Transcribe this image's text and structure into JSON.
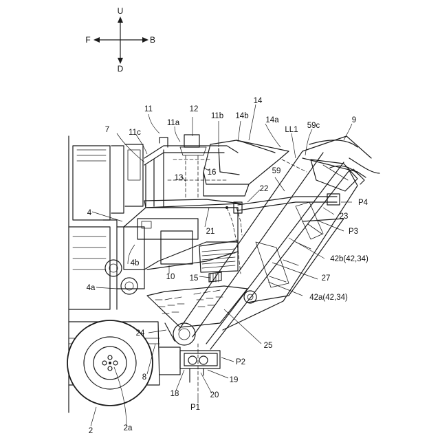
{
  "directions": {
    "up": "U",
    "down": "D",
    "front": "F",
    "back": "B"
  },
  "labels": {
    "l9": "9",
    "l11": "11",
    "l12": "12",
    "l14": "14",
    "l11a": "11a",
    "l11b": "11b",
    "l14b": "14b",
    "l14a": "14a",
    "l7": "7",
    "l11c": "11c",
    "lLL1": "LL1",
    "l59c": "59c",
    "l16": "16",
    "l59": "59",
    "l13": "13",
    "l22": "22",
    "lP4": "P4",
    "l4": "4",
    "l21": "21",
    "l23": "23",
    "lP3": "P3",
    "l4b": "4b",
    "l42b": "42b(42,34)",
    "l10": "10",
    "l15": "15",
    "l27": "27",
    "l4a": "4a",
    "l42a": "42a(42,34)",
    "l24": "24",
    "l25": "25",
    "lP2": "P2",
    "l8": "8",
    "l19": "19",
    "l18": "18",
    "l20": "20",
    "lP1": "P1",
    "l2": "2",
    "l2a": "2a"
  }
}
